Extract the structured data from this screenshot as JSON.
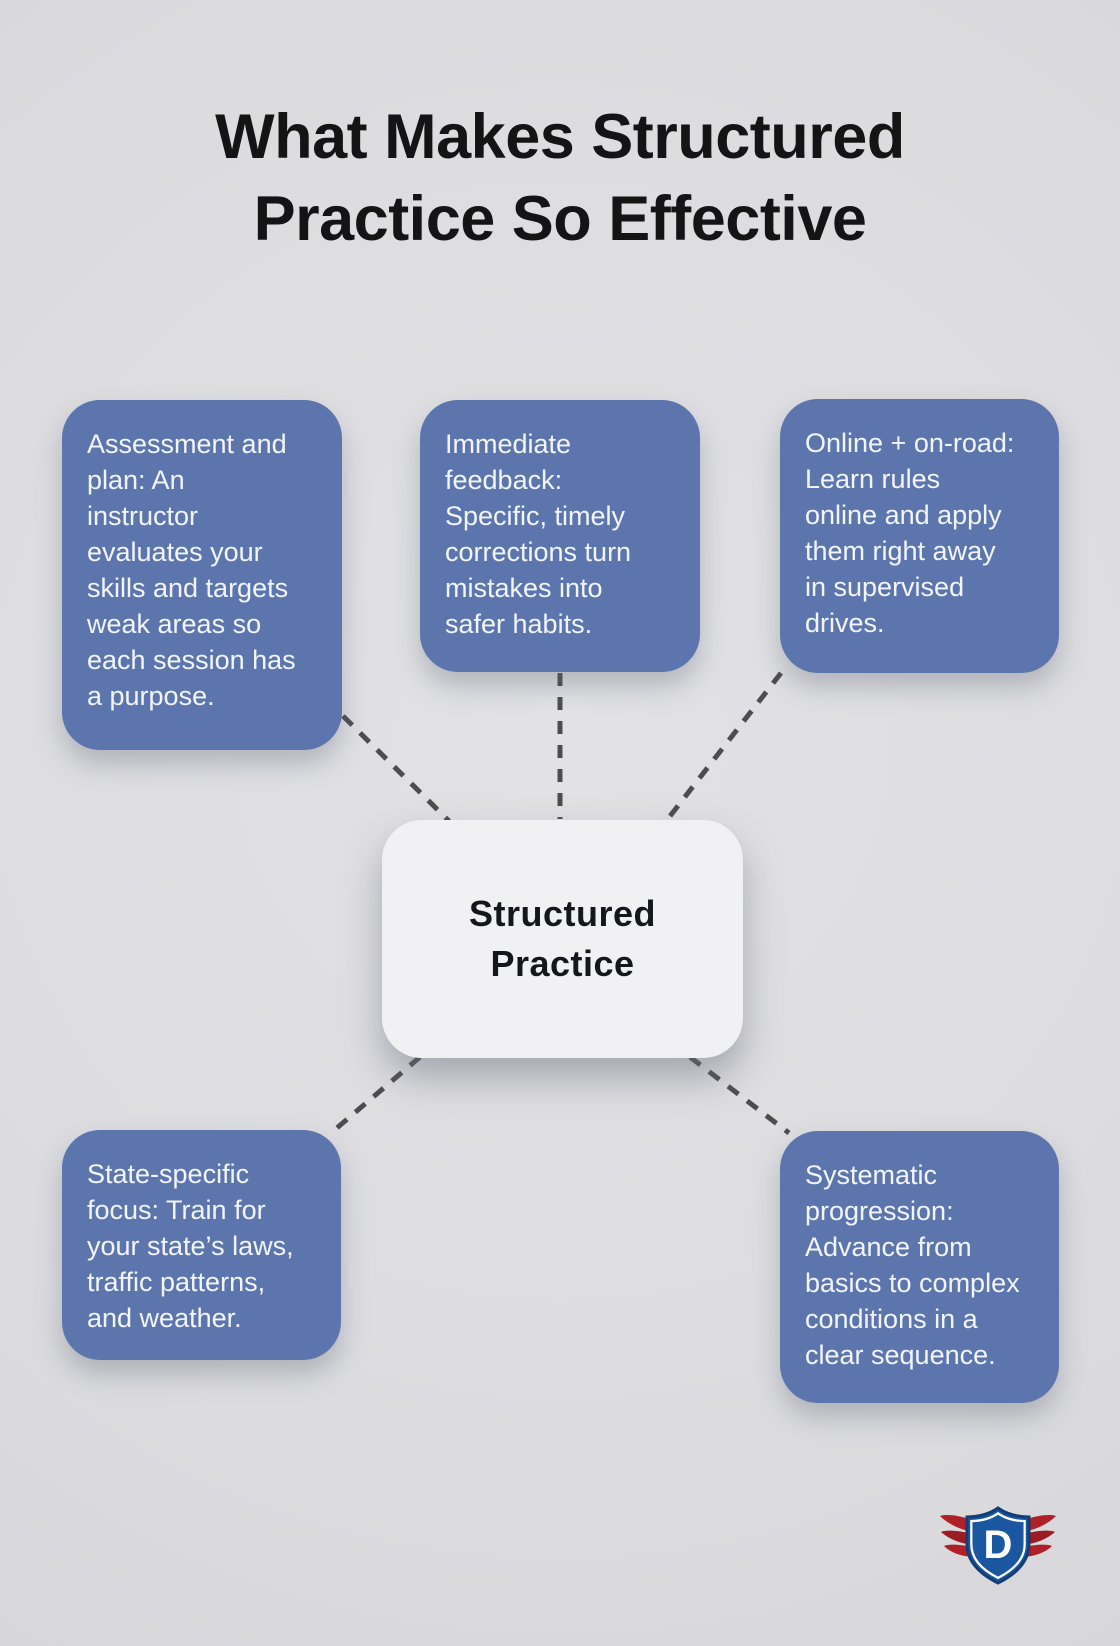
{
  "title": "What Makes Structured\nPractice So Effective",
  "center": {
    "label": "Structured\nPractice"
  },
  "cards": [
    {
      "id": "assessment-and-plan",
      "text": "Assessment and\nplan: An\ninstructor\nevaluates your\nskills and targets\nweak areas so\neach session has\na purpose."
    },
    {
      "id": "immediate-feedback",
      "text": "Immediate\nfeedback:\nSpecific, timely\ncorrections turn\nmistakes into\nsafer habits."
    },
    {
      "id": "online-plus-on-road",
      "text": "Online + on-road:\nLearn rules\nonline and apply\nthem right away\nin supervised\ndrives."
    },
    {
      "id": "state-specific-focus",
      "text": "State-specific\nfocus: Train for\nyour state’s laws,\ntraffic patterns,\nand weather."
    },
    {
      "id": "systematic-progression",
      "text": "Systematic\nprogression:\nAdvance from\nbasics to complex\nconditions in a\nclear sequence."
    }
  ],
  "logo": {
    "letter": "D"
  },
  "colors": {
    "background": "#dcdcdf",
    "card_bg": "#5c76ad",
    "card_text": "#f2f4f9",
    "center_bg": "#f1f1f4",
    "connector": "#4d4d4d",
    "title_text": "#141414",
    "logo_shield_blue": "#1b57a0",
    "logo_wing_red": "#b02028"
  }
}
